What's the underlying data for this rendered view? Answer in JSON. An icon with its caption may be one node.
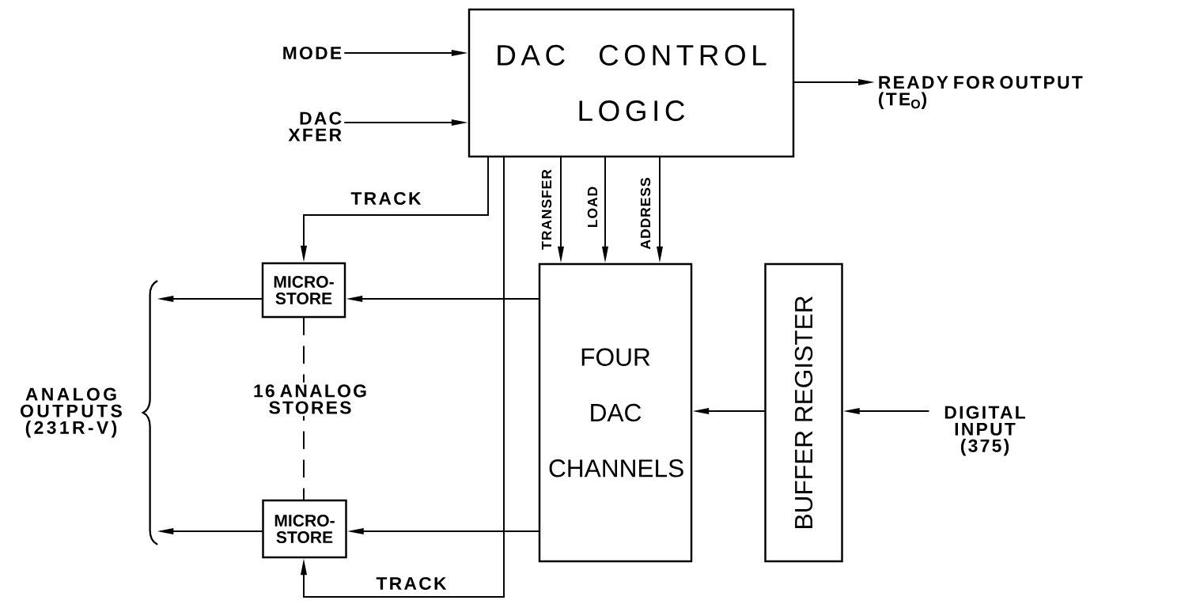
{
  "diagram": {
    "nodes": [
      {
        "text": [
          "DAC CONTROL LOGIC"
        ]
      },
      {
        "text": [
          "MICRO-STORE"
        ]
      },
      {
        "text": [
          "FOUR DAC CHANNELS"
        ]
      },
      {
        "text": [
          "BUFFER REGISTER"
        ]
      },
      {
        "text": [
          "MICRO-STORE"
        ]
      },
      {
        "text": [
          "MODE"
        ]
      },
      {
        "text": [
          "DAC XFER"
        ]
      },
      {
        "text": [
          "READY FOR OUTPUT (TE$_{O}$)"
        ]
      },
      {
        "text": [
          "DIGITAL INPUT (375)"
        ]
      },
      {
        "text": [],
        "shape": "brace",
        "beside": [
          "ANALOG OUTPUTS (231R-V)"
        ]
      }
    ],
    "edges": [
      {
        "from": 5,
        "to": 0,
        "arrow": "to"
      },
      {
        "from": 6,
        "to": 0,
        "arrow": "to"
      },
      {
        "from": 0,
        "to": 7,
        "arrow": "to"
      },
      {
        "from": 0,
        "to": 1,
        "arrow": "to",
        "label": "TRACK"
      },
      {
        "from": 0,
        "to": 4,
        "arrow": "to",
        "label": "TRACK"
      },
      {
        "from": 0,
        "to": 2,
        "arrow": "to",
        "label": "TRANSFER"
      },
      {
        "from": 0,
        "to": 2,
        "arrow": "to",
        "label": "LOAD"
      },
      {
        "from": 0,
        "to": 2,
        "arrow": "to",
        "label": "ADDRESS"
      },
      {
        "from": 2,
        "to": 1,
        "arrow": "to"
      },
      {
        "from": 2,
        "to": 4,
        "arrow": "to"
      },
      {
        "from": 1,
        "to": 9,
        "arrow": "to"
      },
      {
        "from": 4,
        "to": 9,
        "arrow": "to"
      },
      {
        "from": 3,
        "to": 2,
        "arrow": "to"
      },
      {
        "from": 8,
        "to": 3,
        "arrow": "to"
      },
      {
        "from": 1,
        "to": 4,
        "arrow": "none",
        "style": "dashed",
        "label": "16 ANALOG STORES"
      }
    ]
  }
}
